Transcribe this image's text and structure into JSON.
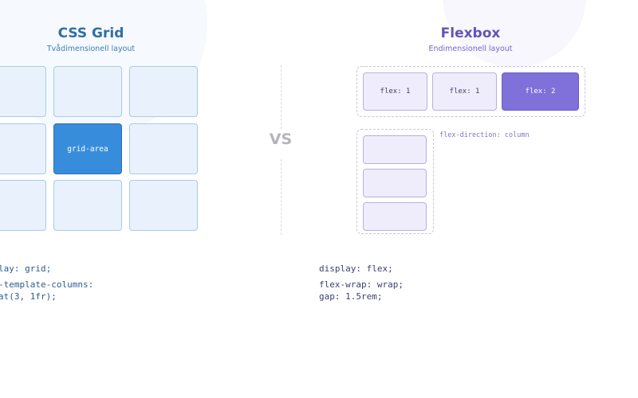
{
  "grid": {
    "title": "CSS Grid",
    "subtitle": "Tvådimensionell layout",
    "active_cell_label": "grid-area",
    "code": {
      "line1": "lay: grid;",
      "line2": "-template-columns:",
      "line3": "at(3, 1fr);"
    }
  },
  "divider": {
    "label": "VS"
  },
  "flex": {
    "title": "Flexbox",
    "subtitle": "Endimensionell layout",
    "row_items": [
      "flex: 1",
      "flex: 1",
      "flex: 2"
    ],
    "column_label": "flex-direction: column",
    "code": {
      "line1": "display: flex;",
      "line2": "flex-wrap: wrap;",
      "line3": "gap: 1.5rem;"
    }
  },
  "colors": {
    "grid_accent": "#2e6fa8",
    "grid_active_cell": "#378ddc",
    "flex_accent": "#6552b8",
    "flex_strong_item": "#7f70da"
  }
}
